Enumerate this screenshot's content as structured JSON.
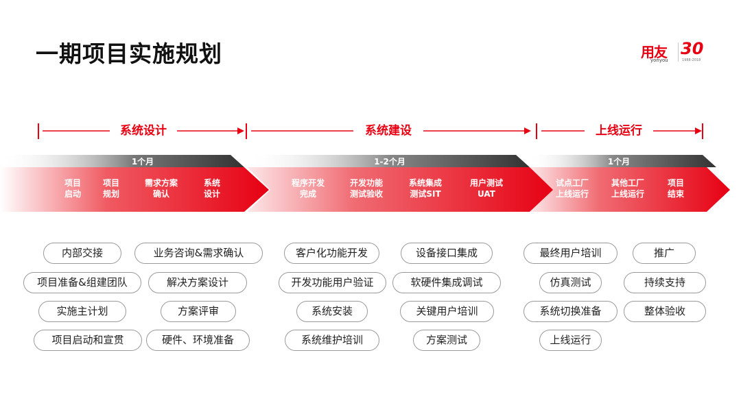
{
  "title": "一期项目实施规划",
  "logo": {
    "brand": "用友",
    "brand_sub": "yonyou",
    "anniversary": "30",
    "years": "1988-2018"
  },
  "colors": {
    "accent": "#e60012",
    "dark_band": "#3a3a3a"
  },
  "phases": [
    {
      "label": "系统设计",
      "duration": "1个月",
      "steps": [
        "项目\n启动",
        "项目\n规划",
        "需求方案\n确认",
        "系统\n设计"
      ],
      "tasks": [
        "内部交接",
        "业务咨询&需求确认",
        "项目准备&组建团队",
        "解决方案设计",
        "实施主计划",
        "方案评审",
        "项目启动和宣贯",
        "硬件、环境准备"
      ]
    },
    {
      "label": "系统建设",
      "duration": "1-2个月",
      "steps": [
        "程序开发\n完成",
        "开发功能\n测试验收",
        "系统集成\n测试SIT",
        "用户测试\nUAT"
      ],
      "tasks": [
        "客户化功能开发",
        "设备接口集成",
        "开发功能用户验证",
        "软硬件集成调试",
        "系统安装",
        "关键用户培训",
        "系统维护培训",
        "方案测试"
      ]
    },
    {
      "label": "上线运行",
      "duration": "1个月",
      "steps": [
        "试点工厂\n上线运行",
        "其他工厂\n上线运行",
        "项目\n结束"
      ],
      "tasks": [
        "最终用户培训",
        "推广",
        "仿真测试",
        "持续支持",
        "系统切换准备",
        "整体验收",
        "上线运行"
      ]
    }
  ]
}
